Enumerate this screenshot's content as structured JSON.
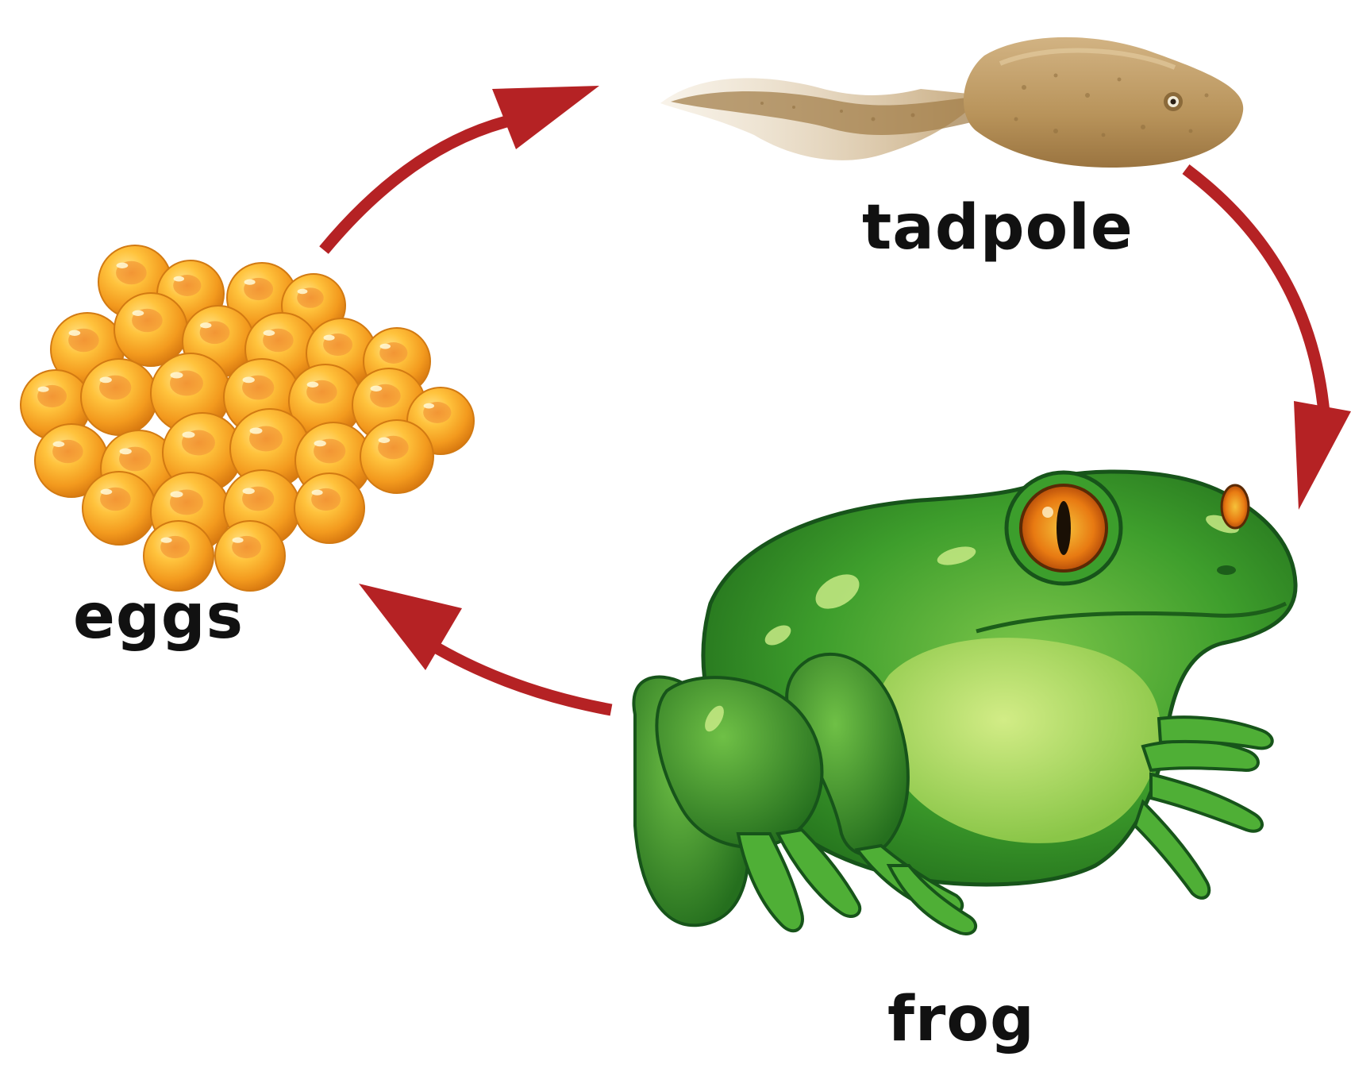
{
  "stages": {
    "eggs": {
      "label": "eggs",
      "icon": "frog-eggs-icon"
    },
    "tadpole": {
      "label": "tadpole",
      "icon": "tadpole-icon"
    },
    "frog": {
      "label": "frog",
      "icon": "frog-icon"
    }
  },
  "arrows": [
    {
      "from": "eggs",
      "to": "tadpole"
    },
    {
      "from": "tadpole",
      "to": "frog"
    },
    {
      "from": "frog",
      "to": "eggs"
    }
  ],
  "colors": {
    "arrow": "#B52224",
    "egg": "#F5A623",
    "tadpole": "#B8935A",
    "frog": "#3A9A2E",
    "label": "#111111",
    "background": "#FFFFFF"
  }
}
